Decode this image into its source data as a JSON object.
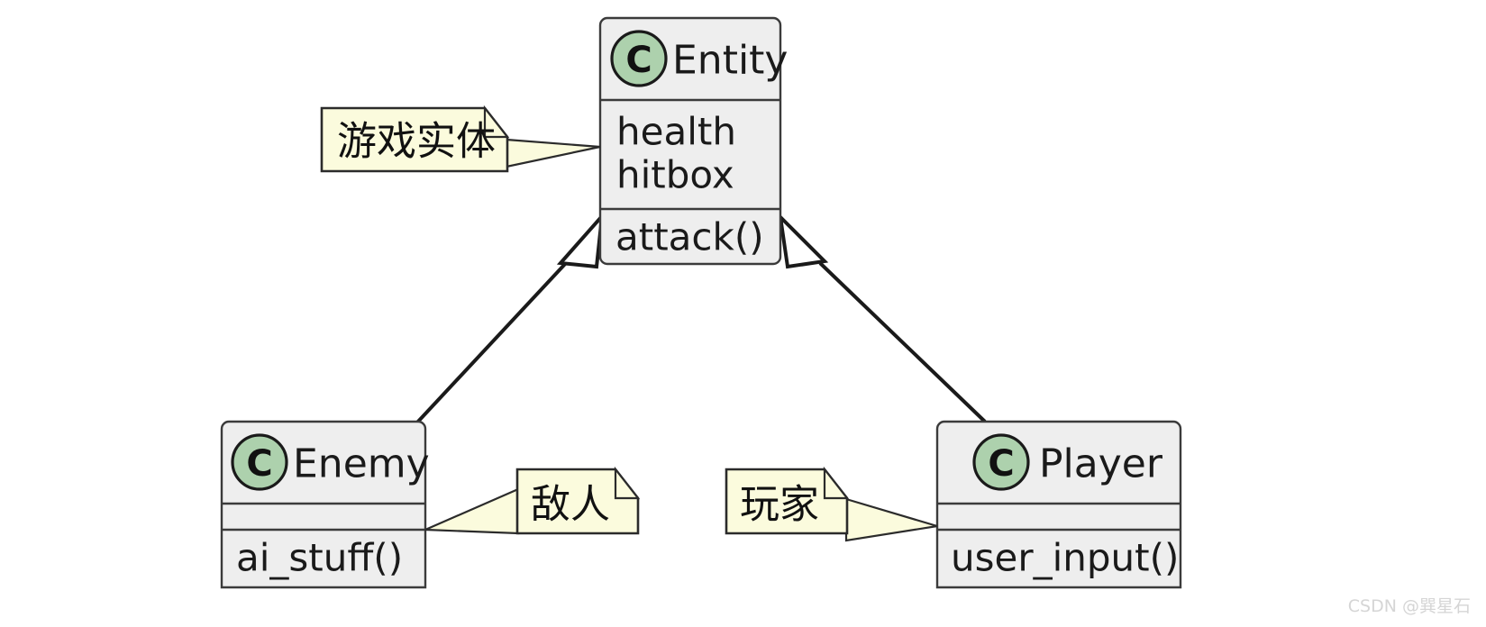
{
  "diagram": {
    "type": "uml-class-diagram",
    "background_color": "#ffffff",
    "classes": [
      {
        "id": "entity",
        "name": "Entity",
        "stereotype_icon": "C",
        "icon_name": "class-icon",
        "attributes": [
          "health",
          "hitbox"
        ],
        "methods": [
          "attack()"
        ],
        "fill_color": "#eeeeee",
        "border_color": "#3b3b3b",
        "icon_color": "#add1ad"
      },
      {
        "id": "enemy",
        "name": "Enemy",
        "stereotype_icon": "C",
        "icon_name": "class-icon",
        "attributes": [],
        "methods": [
          "ai_stuff()"
        ],
        "fill_color": "#eeeeee",
        "border_color": "#3b3b3b",
        "icon_color": "#add1ad"
      },
      {
        "id": "player",
        "name": "Player",
        "stereotype_icon": "C",
        "icon_name": "class-icon",
        "attributes": [],
        "methods": [
          "user_input()"
        ],
        "fill_color": "#eeeeee",
        "border_color": "#3b3b3b",
        "icon_color": "#add1ad"
      }
    ],
    "notes": [
      {
        "id": "note-entity",
        "text": "游戏实体",
        "attached_to": "entity",
        "pointer_direction": "right",
        "fill_color": "#fbfbdd",
        "border_color": "#2b2b2b"
      },
      {
        "id": "note-enemy",
        "text": "敌人",
        "attached_to": "enemy",
        "pointer_direction": "left",
        "fill_color": "#fbfbdd",
        "border_color": "#2b2b2b"
      },
      {
        "id": "note-player",
        "text": "玩家",
        "attached_to": "player",
        "pointer_direction": "right",
        "fill_color": "#fbfbdd",
        "border_color": "#2b2b2b"
      }
    ],
    "relations": [
      {
        "id": "rel-enemy-entity",
        "type": "generalization",
        "from": "Enemy",
        "to": "Entity",
        "arrow": "hollow-triangle"
      },
      {
        "id": "rel-player-entity",
        "type": "generalization",
        "from": "Player",
        "to": "Entity",
        "arrow": "hollow-triangle"
      }
    ]
  },
  "watermark": {
    "text": "CSDN @巽星石",
    "color": "#d5d5d5"
  }
}
